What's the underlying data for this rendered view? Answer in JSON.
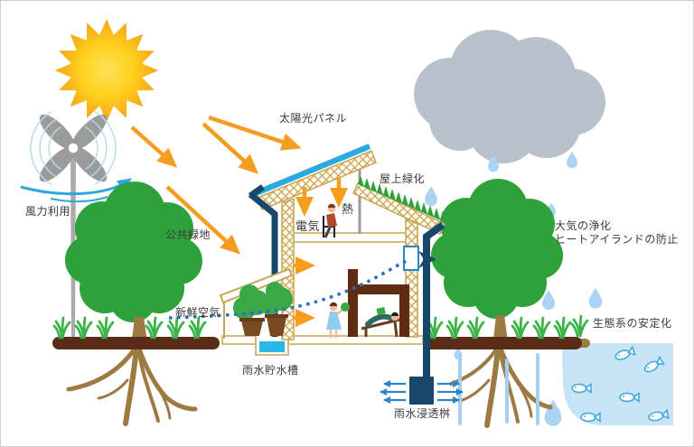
{
  "diagram": {
    "labels": {
      "solar_panel": "太陽光パネル",
      "rooftop_greening": "屋上緑化",
      "wind_power": "風力利用",
      "public_green_space": "公共緑地",
      "heat": "熱",
      "electricity": "電気",
      "fresh_air": "新鮮空気",
      "rainwater_tank": "雨水貯水槽",
      "rainwater_infiltration_basin": "雨水浸透桝",
      "air_purification": "大気の浄化",
      "heat_island_prevention": "ヒートアイランドの防止",
      "ecosystem_stabilization": "生態系の安定化"
    },
    "colors": {
      "sun_yellow": "#ffd21f",
      "sun_orange": "#f29a17",
      "arrow_orange": "#f59d1f",
      "tree_green": "#2fa13a",
      "grass_green": "#3cb44a",
      "soil_brown": "#5a2c18",
      "root_brown": "#9c7a42",
      "cloud_gray": "#b8c2cc",
      "rain_blue": "#aad4f1",
      "pond_blue": "#c8e2f6",
      "pipe_navy": "#17486b",
      "airflow_blue": "#2b6fc0",
      "wind_arrow_blue": "#2ea7e0",
      "frame_tan": "#c9a551",
      "solar_panel_blue": "#29aade",
      "interior_wall_maroon": "#5f2c12",
      "tank_water_cyan": "#29b6e8"
    }
  }
}
